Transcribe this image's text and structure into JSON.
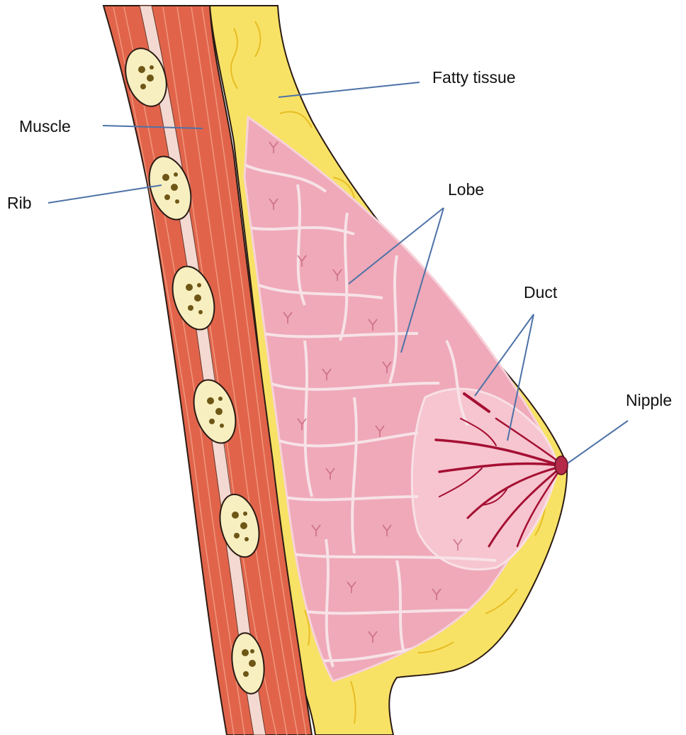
{
  "labels": {
    "fatty_tissue": "Fatty tissue",
    "muscle": "Muscle",
    "rib": "Rib",
    "lobe": "Lobe",
    "duct": "Duct",
    "nipple": "Nipple"
  },
  "colors": {
    "muscle": "#E1644A",
    "muscle_stripe": "#F2A088",
    "fascia": "#F3D9D2",
    "fat": "#F8E265",
    "fat_edge": "#E6B91E",
    "lobe": "#EFA9B8",
    "lobe_dark": "#C4607A",
    "areola": "#F6C5CF",
    "duct": "#A50F33",
    "rib_fill": "#F7EFC0",
    "rib_marrow": "#6E5616",
    "outline": "#2A1A14",
    "leader": "#4E72A8"
  }
}
